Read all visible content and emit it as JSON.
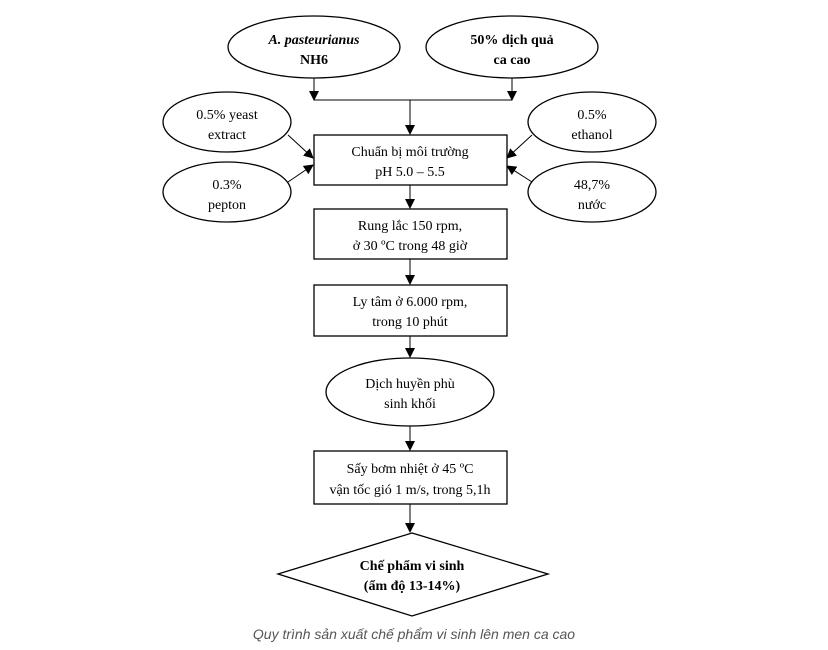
{
  "diagram": {
    "inputs": {
      "strain_line1": "A. pasteurianus",
      "strain_line2": "NH6",
      "juice_line1": "50% dịch quả",
      "juice_line2": "ca cao",
      "yeast_line1": "0.5% yeast",
      "yeast_line2": "extract",
      "pepton_line1": "0.3%",
      "pepton_line2": "pepton",
      "ethanol_line1": "0.5%",
      "ethanol_line2": "ethanol",
      "water_line1": "48,7%",
      "water_line2": "nước"
    },
    "steps": {
      "prepare_line1": "Chuẩn bị môi trường",
      "prepare_line2": "pH 5.0 – 5.5",
      "shake_line1": "Rung lắc 150 rpm,",
      "shake_line2": "ở 30 ºC trong 48 giờ",
      "centrifuge_line1": "Ly tâm ở 6.000 rpm,",
      "centrifuge_line2": "trong 10 phút",
      "suspension_line1": "Dịch huyền phù",
      "suspension_line2": "sinh khối",
      "dry_line1": "Sấy bơm nhiệt ở 45 ºC",
      "dry_line2": "vận tốc gió 1 m/s, trong 5,1h",
      "product_line1": "Chế phẩm vi sinh",
      "product_line2": "(ẩm độ 13-14%)"
    }
  },
  "caption": "Quy trình sản xuất chế phẩm vi sinh lên men ca cao"
}
